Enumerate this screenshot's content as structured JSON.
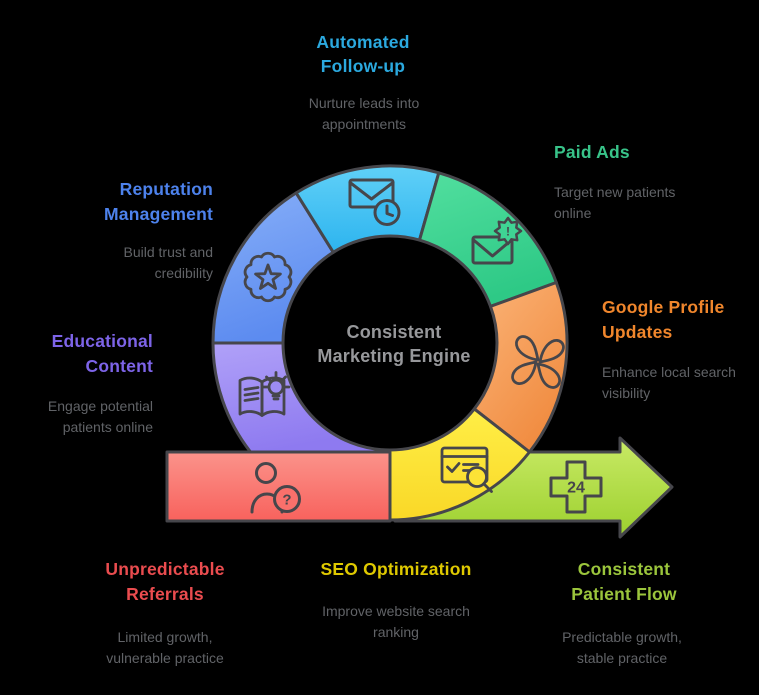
{
  "center_label": "Consistent\nMarketing Engine",
  "sections": {
    "automated": {
      "title": "Automated\nFollow-up",
      "desc": "Nurture leads into\nappointments",
      "color": "#2BA9DF",
      "segment_color": "#3FC2F3"
    },
    "paid_ads": {
      "title": "Paid Ads",
      "desc": "Target new patients\nonline",
      "color": "#38C389",
      "segment_color": "#3FD494"
    },
    "google_profile": {
      "title": "Google Profile\nUpdates",
      "desc": "Enhance local search\nvisibility",
      "color": "#F0862C",
      "segment_color": "#F59E57"
    },
    "reputation": {
      "title": "Reputation\nManagement",
      "desc": "Build trust and\ncredibility",
      "color": "#4D82EC",
      "segment_color": "#6F9CF4"
    },
    "educational": {
      "title": "Educational\nContent",
      "desc": "Engage potential\npatients online",
      "color": "#7D64E8",
      "segment_color": "#9D8CF4"
    },
    "unpredictable": {
      "title": "Unpredictable\nReferrals",
      "desc": "Limited growth,\nvulnerable practice",
      "color": "#EA4C4F",
      "segment_color": "#F97B76"
    },
    "seo": {
      "title": "SEO Optimization",
      "desc": "Improve website search\nranking",
      "color": "#DFC900",
      "segment_color": "#FCE236"
    },
    "patient_flow": {
      "title": "Consistent\nPatient Flow",
      "desc": "Predictable growth,\nstable practice",
      "color": "#9BC53C",
      "segment_color": "#B3DD4A"
    }
  },
  "icons": {
    "mail_clock": "mail-clock",
    "mail_alert": "mail-alert",
    "pinwheel": "pinwheel",
    "browser_search": "browser-search",
    "cross_24": "medical-cross-24",
    "person_question": "person-question",
    "book_lightbulb": "book-lightbulb",
    "badge_star": "badge-star",
    "cross_label": "24",
    "person_question_label": "?",
    "mail_alert_label": "!"
  },
  "colors": {
    "background": "#000000",
    "outline": "#46464B",
    "text_gray": "#616367",
    "center_text": "#97989B"
  }
}
